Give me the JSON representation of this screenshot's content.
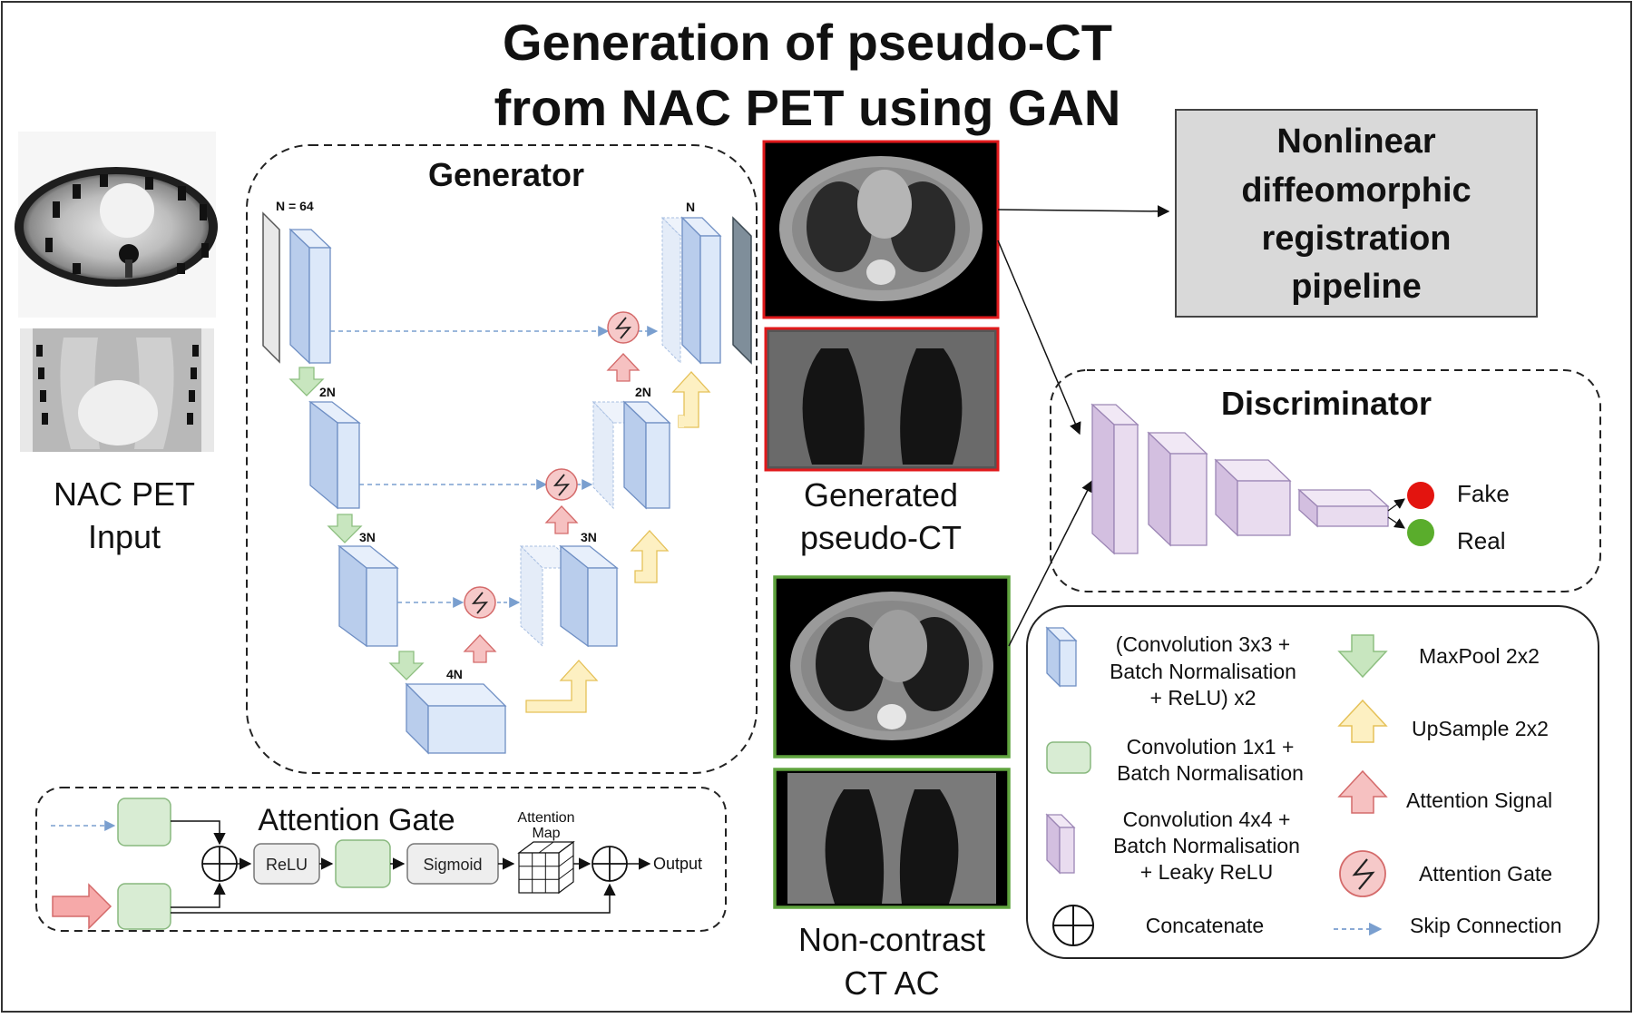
{
  "title": {
    "line1": "Generation of pseudo-CT",
    "line2": "from NAC PET using GAN"
  },
  "input": {
    "label_line1": "NAC PET",
    "label_line2": "Input"
  },
  "generator": {
    "title": "Generator",
    "level_labels": {
      "n64": "N = 64",
      "n": "N",
      "l2_left": "2N",
      "l2_right": "2N",
      "l3_left": "3N",
      "l3_right": "3N",
      "l4": "4N"
    }
  },
  "generated": {
    "label_line1": "Generated",
    "label_line2": "pseudo-CT"
  },
  "ground_truth": {
    "label_line1": "Non-contrast",
    "label_line2": "CT AC"
  },
  "registration": {
    "lines": [
      "Nonlinear",
      "diffeomorphic",
      "registration",
      "pipeline"
    ]
  },
  "discriminator": {
    "title": "Discriminator",
    "fake": "Fake",
    "real": "Real"
  },
  "attention_gate": {
    "title": "Attention Gate",
    "relu": "ReLU",
    "sigmoid": "Sigmoid",
    "map_line1": "Attention",
    "map_line2": "Map",
    "output": "Output"
  },
  "legend": {
    "conv3_lines": [
      "(Convolution 3x3 +",
      "Batch Normalisation",
      "+ ReLU) x2"
    ],
    "conv1_lines": [
      "Convolution 1x1 +",
      "Batch Normalisation"
    ],
    "conv4_lines": [
      "Convolution 4x4 +",
      "Batch Normalisation",
      "+ Leaky ReLU"
    ],
    "concat": "Concatenate",
    "maxpool": "MaxPool 2x2",
    "upsample": "UpSample 2x2",
    "attn_signal": "Attention Signal",
    "attn_gate": "Attention Gate",
    "skip": "Skip Connection"
  },
  "colors": {
    "blue_face": "#dce8f9",
    "blue_side": "#b9cdec",
    "blue_edge": "#6f8fc4",
    "green": "#d8ecd3",
    "green_edge": "#88b87e",
    "purple_face": "#e9dcef",
    "purple_side": "#d3bfe0",
    "purple_edge": "#9c86b5",
    "red_frame": "#e0191b",
    "green_frame": "#5fa33e",
    "fake": "#e3140f",
    "real": "#5aad2c",
    "reg_fill": "#d9d9d9"
  }
}
